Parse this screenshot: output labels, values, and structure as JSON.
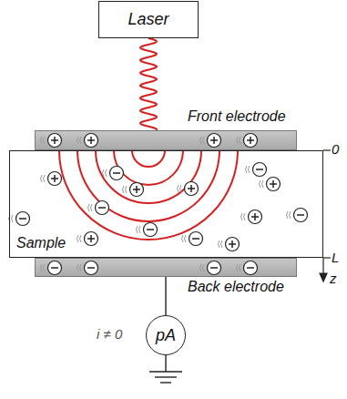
{
  "diagram": {
    "nodes": [
      {
        "text": [
          "Laser"
        ]
      },
      {
        "text": [
          "Front electrode"
        ]
      },
      {
        "text": [
          "Sample"
        ]
      },
      {
        "text": [
          "Back electrode"
        ]
      },
      {
        "text": [
          "pA"
        ]
      }
    ],
    "edges": [
      {
        "from": 3,
        "to": 4,
        "arrow": "none"
      }
    ],
    "labels": [
      "0",
      "L",
      "z",
      "i ≠ 0"
    ]
  }
}
